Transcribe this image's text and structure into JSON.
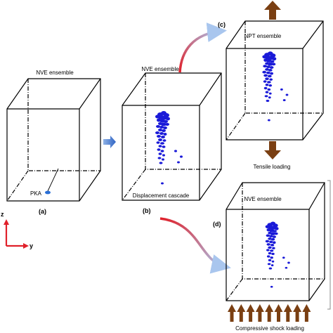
{
  "panels": {
    "a": {
      "tag": "(a)",
      "title": "NVE ensemble",
      "pka_label": "PKA"
    },
    "b": {
      "tag": "(b)",
      "title": "NVE ensemble",
      "caption": "Displacement cascade"
    },
    "c": {
      "tag": "(c)",
      "title": "NPT ensemble",
      "caption": "Tensile loading"
    },
    "d": {
      "tag": "(d)",
      "title": "NVE ensemble",
      "caption": "Compressive shock loading"
    }
  },
  "axes": {
    "z": "z",
    "y": "y"
  },
  "colors": {
    "cascade": "#1a1ad8",
    "pka": "#2a6fd6",
    "arrow_blue": "#4a7fd0",
    "load_arrow": "#7a3f12",
    "curve_start": "#e0202a",
    "curve_end": "#a9c6ee",
    "axis": "#e0202a"
  }
}
